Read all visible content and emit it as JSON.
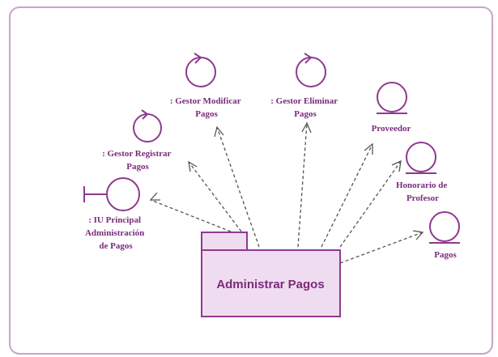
{
  "colors": {
    "frame": "#c9a3c9",
    "stroke": "#8e3a8e",
    "package_fill": "#f0dcf0",
    "text": "#7a2a7a",
    "arrow": "#555555"
  },
  "package": {
    "title": "Administrar Pagos"
  },
  "elements": [
    {
      "id": "iu",
      "type": "boundary",
      "lines": [
        ": IU Principal",
        "Administración",
        "de Pagos"
      ]
    },
    {
      "id": "registrar",
      "type": "control",
      "lines": [
        ": Gestor Registrar",
        "Pagos"
      ]
    },
    {
      "id": "modificar",
      "type": "control",
      "lines": [
        ": Gestor Modificar",
        "Pagos"
      ]
    },
    {
      "id": "eliminar",
      "type": "control",
      "lines": [
        ": Gestor Eliminar",
        "Pagos"
      ]
    },
    {
      "id": "proveedor",
      "type": "entity",
      "lines": [
        "Proveedor"
      ]
    },
    {
      "id": "honorario",
      "type": "entity",
      "lines": [
        "Honorario de",
        "Profesor"
      ]
    },
    {
      "id": "pagos",
      "type": "entity",
      "lines": [
        "Pagos"
      ]
    }
  ]
}
